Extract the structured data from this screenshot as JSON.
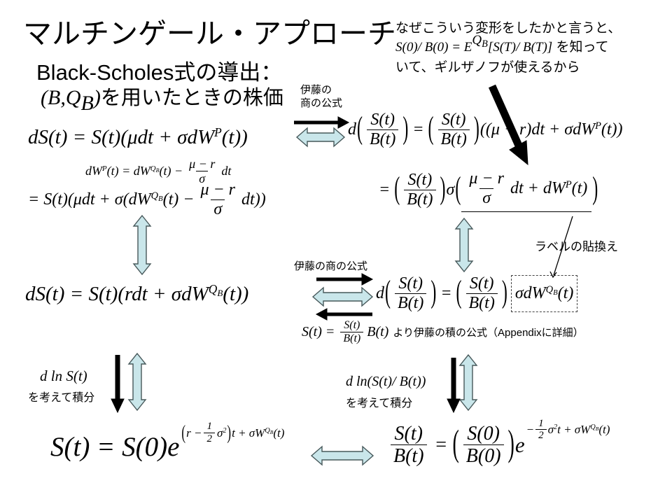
{
  "header": {
    "title": "マルチンゲール・アプローチ",
    "subtitle": "Black-Scholes式の導出：",
    "price": {
      "m1": "(B,Q",
      "sub": "B",
      "m2": ")",
      "text": "を用いたときの株価"
    }
  },
  "note": {
    "line1": "なぜこういう変形をしたかと言うと、",
    "ma": "S(0)/ B(0) = E",
    "mb": "[S(T)/ B(T)]",
    "tail": " を知って",
    "line3": "いて、ギルザノフが使えるから"
  },
  "labels": {
    "ito_top1": "伊藤の",
    "ito_top2": "商の公式",
    "ito_mid": "伊藤の商の公式",
    "relabel": "ラベルの貼換え",
    "dln_s": "d ln S(t)",
    "dln_sb": "d ln(S(t)/ B(t))",
    "integrate_left": "を考えて積分",
    "integrate_right": "を考えて積分"
  },
  "sym": {
    "St": "S(t)",
    "Bt": "B(t)",
    "S0": "S(0)",
    "B0": "B(0)",
    "P": "P",
    "Q": "Q",
    "B": "B",
    "sigma": "σ",
    "mu_r": "μ − r",
    "one": "1",
    "two": "2",
    "sq": "2",
    "d": "d",
    "eq": "=",
    "e": "e",
    "lp": "(",
    "rp": ")"
  },
  "f": {
    "L1": {
      "a": "dS(t) = S(t)(μdt + σdW",
      "b": "(t))"
    },
    "L2": {
      "a": "dW",
      "b": "(t) = dW",
      "c": "(t) −",
      "d": "dt"
    },
    "L3": {
      "a": "= S(t)(μdt + σ(dW",
      "b": "(t) −",
      "c": "dt))"
    },
    "R1": {
      "a": "((μ − r)dt + σdW",
      "b": "(t))"
    },
    "R2": {
      "a": "dt + dW",
      "b": "(t)"
    },
    "M1": {
      "a": "dS(t) = S(t)(rdt + σdW",
      "b": "(t))"
    },
    "M2": {
      "boxa": "σdW",
      "boxb": "(t)"
    },
    "M3": {
      "a": "S(t) =",
      "b": "B(t)",
      "note": "より伊藤の積の公式（Appendixに詳細）"
    },
    "B1": {
      "a": "S(t) = S(0)e",
      "expa": "r −",
      "expb": "σ",
      "expc": "t + σW",
      "expd": "(t)"
    },
    "B2": {
      "expa": "−",
      "expb": "σ",
      "expc": "t + σW",
      "expd": "(t)"
    }
  }
}
